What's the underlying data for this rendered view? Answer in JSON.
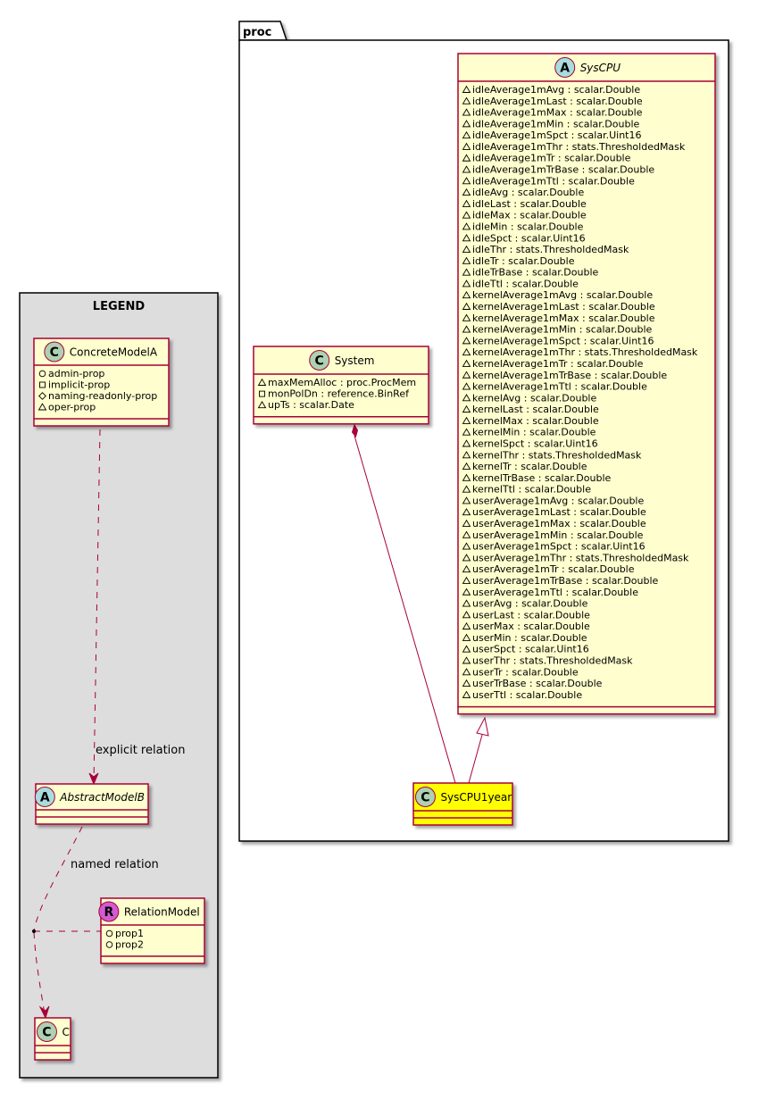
{
  "package": {
    "name": "proc"
  },
  "legend": {
    "title": "LEGEND",
    "concrete": {
      "name": "ConcreteModelA",
      "stereotype": "C",
      "attrs": [
        {
          "vis": "public",
          "text": "admin-prop"
        },
        {
          "vis": "private",
          "text": "implicit-prop"
        },
        {
          "vis": "protected",
          "text": "naming-readonly-prop"
        },
        {
          "vis": "package",
          "text": "oper-prop"
        }
      ]
    },
    "abstract": {
      "name": "AbstractModelB",
      "stereotype": "A"
    },
    "relation_model": {
      "name": "RelationModel",
      "stereotype": "R",
      "attrs": [
        {
          "vis": "public",
          "text": "prop1"
        },
        {
          "vis": "public",
          "text": "prop2"
        }
      ]
    },
    "target": {
      "name": "C",
      "stereotype": "C"
    },
    "explicit_relation_label": "explicit relation",
    "named_relation_label": "named relation"
  },
  "system": {
    "name": "System",
    "stereotype": "C",
    "attrs": [
      {
        "vis": "package",
        "text": "maxMemAlloc : proc.ProcMem"
      },
      {
        "vis": "private",
        "text": "monPolDn : reference.BinRef"
      },
      {
        "vis": "package",
        "text": "upTs : scalar.Date"
      }
    ]
  },
  "syscpu": {
    "name": "SysCPU",
    "stereotype": "A",
    "attrs": [
      "idleAverage1mAvg : scalar.Double",
      "idleAverage1mLast : scalar.Double",
      "idleAverage1mMax : scalar.Double",
      "idleAverage1mMin : scalar.Double",
      "idleAverage1mSpct : scalar.Uint16",
      "idleAverage1mThr : stats.ThresholdedMask",
      "idleAverage1mTr : scalar.Double",
      "idleAverage1mTrBase : scalar.Double",
      "idleAverage1mTtl : scalar.Double",
      "idleAvg : scalar.Double",
      "idleLast : scalar.Double",
      "idleMax : scalar.Double",
      "idleMin : scalar.Double",
      "idleSpct : scalar.Uint16",
      "idleThr : stats.ThresholdedMask",
      "idleTr : scalar.Double",
      "idleTrBase : scalar.Double",
      "idleTtl : scalar.Double",
      "kernelAverage1mAvg : scalar.Double",
      "kernelAverage1mLast : scalar.Double",
      "kernelAverage1mMax : scalar.Double",
      "kernelAverage1mMin : scalar.Double",
      "kernelAverage1mSpct : scalar.Uint16",
      "kernelAverage1mThr : stats.ThresholdedMask",
      "kernelAverage1mTr : scalar.Double",
      "kernelAverage1mTrBase : scalar.Double",
      "kernelAverage1mTtl : scalar.Double",
      "kernelAvg : scalar.Double",
      "kernelLast : scalar.Double",
      "kernelMax : scalar.Double",
      "kernelMin : scalar.Double",
      "kernelSpct : scalar.Uint16",
      "kernelThr : stats.ThresholdedMask",
      "kernelTr : scalar.Double",
      "kernelTrBase : scalar.Double",
      "kernelTtl : scalar.Double",
      "userAverage1mAvg : scalar.Double",
      "userAverage1mLast : scalar.Double",
      "userAverage1mMax : scalar.Double",
      "userAverage1mMin : scalar.Double",
      "userAverage1mSpct : scalar.Uint16",
      "userAverage1mThr : stats.ThresholdedMask",
      "userAverage1mTr : scalar.Double",
      "userAverage1mTrBase : scalar.Double",
      "userAverage1mTtl : scalar.Double",
      "userAvg : scalar.Double",
      "userLast : scalar.Double",
      "userMax : scalar.Double",
      "userMin : scalar.Double",
      "userSpct : scalar.Uint16",
      "userThr : stats.ThresholdedMask",
      "userTr : scalar.Double",
      "userTrBase : scalar.Double",
      "userTtl : scalar.Double"
    ]
  },
  "syscpu1year": {
    "name": "SysCPU1year",
    "stereotype": "C"
  },
  "colors": {
    "class_fill": "#fefece",
    "border": "#a80036",
    "highlight_fill": "#ffff00",
    "legend_fill": "#dddddd",
    "badge_c": "#add1b2",
    "badge_a": "#a9dcdf",
    "badge_r": "#d25bd2"
  }
}
